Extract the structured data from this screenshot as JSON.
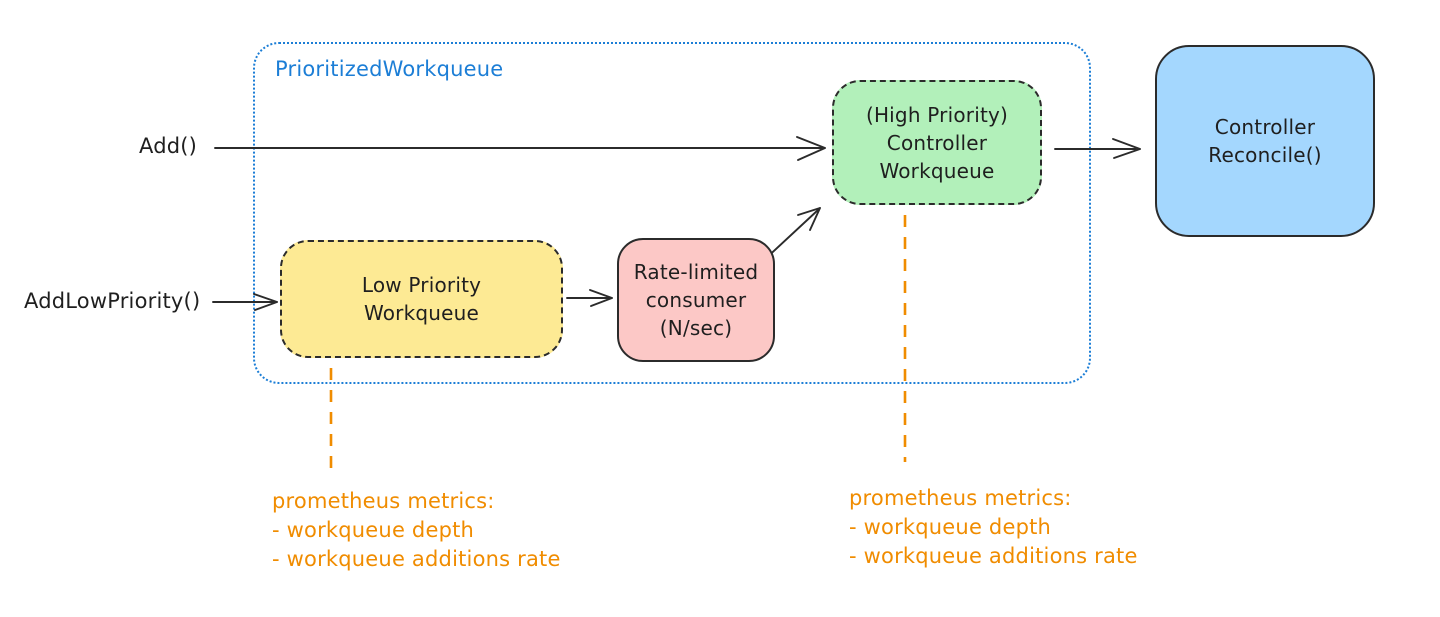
{
  "container": {
    "label": "PrioritizedWorkqueue"
  },
  "inputs": {
    "add_label": "Add()",
    "add_low_priority_label": "AddLowPriority()"
  },
  "nodes": {
    "low_priority_workqueue": {
      "lines": [
        "Low Priority",
        "Workqueue"
      ]
    },
    "rate_limited_consumer": {
      "lines": [
        "Rate-limited",
        "consumer",
        "(N/sec)"
      ]
    },
    "high_priority_workqueue": {
      "lines": [
        "(High Priority)",
        "Controller",
        "Workqueue"
      ]
    },
    "controller_reconcile": {
      "lines": [
        "Controller",
        "Reconcile()"
      ]
    }
  },
  "annotations": {
    "metrics_low_priority": {
      "title": "prometheus metrics:",
      "items": [
        "- workqueue depth",
        "- workqueue additions rate"
      ]
    },
    "metrics_high_priority": {
      "title": "prometheus metrics:",
      "items": [
        "- workqueue depth",
        "- workqueue additions rate"
      ]
    }
  },
  "colors": {
    "container_stroke": "#1c7ed6",
    "shape_stroke": "#2b2b2b",
    "metrics_orange": "#f08c00",
    "yellow_fill": "#fdea94",
    "pink_fill": "#fcc8c6",
    "green_fill": "#b2f0ba",
    "blue_fill": "#a4d7fe"
  }
}
